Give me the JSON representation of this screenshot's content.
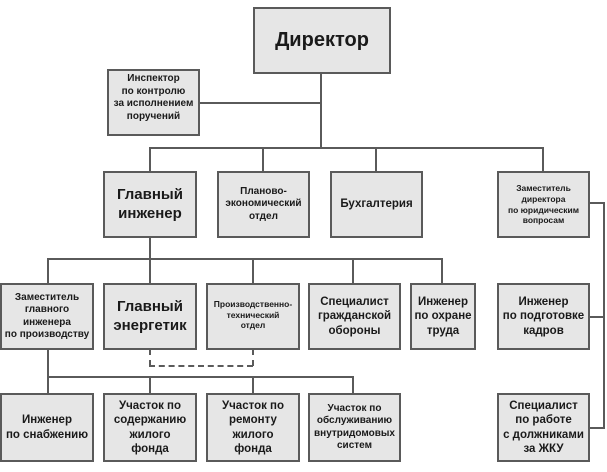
{
  "nodes": {
    "director": "Директор",
    "inspector": "Инспектор\nпо контролю\nза исполнением\nпоручений",
    "chief_engineer": "Главный\nинженер",
    "planning_dept": "Планово-\nэкономический\nотдел",
    "accounting": "Бухгалтерия",
    "deputy_director_legal": "Заместитель\nдиректора\nпо юридическим\nвопросам",
    "deputy_chief_engineer": "Заместитель\nглавного\nинженера\nпо производству",
    "chief_power_engineer": "Главный\nэнергетик",
    "production_tech_dept": "Производственно-\nтехнический\nотдел",
    "civil_defense": "Специалист\nгражданской\nобороны",
    "labor_safety": "Инженер\nпо охране\nтруда",
    "hr_engineer": "Инженер\nпо подготовке\nкадров",
    "supply_engineer": "Инженер\nпо снабжению",
    "housing_maintenance": "Участок по\nсодержанию\nжилого\nфонда",
    "housing_repair": "Участок по\nремонту\nжилого\nфонда",
    "inhouse_systems": "Участок по\nобслуживанию\nвнутридомовых\nсистем",
    "debtors_specialist": "Специалист\nпо работе\nс должниками\nза ЖКУ"
  },
  "colors": {
    "box_fill": "#e6e6e6",
    "line": "#5a5a5a"
  }
}
